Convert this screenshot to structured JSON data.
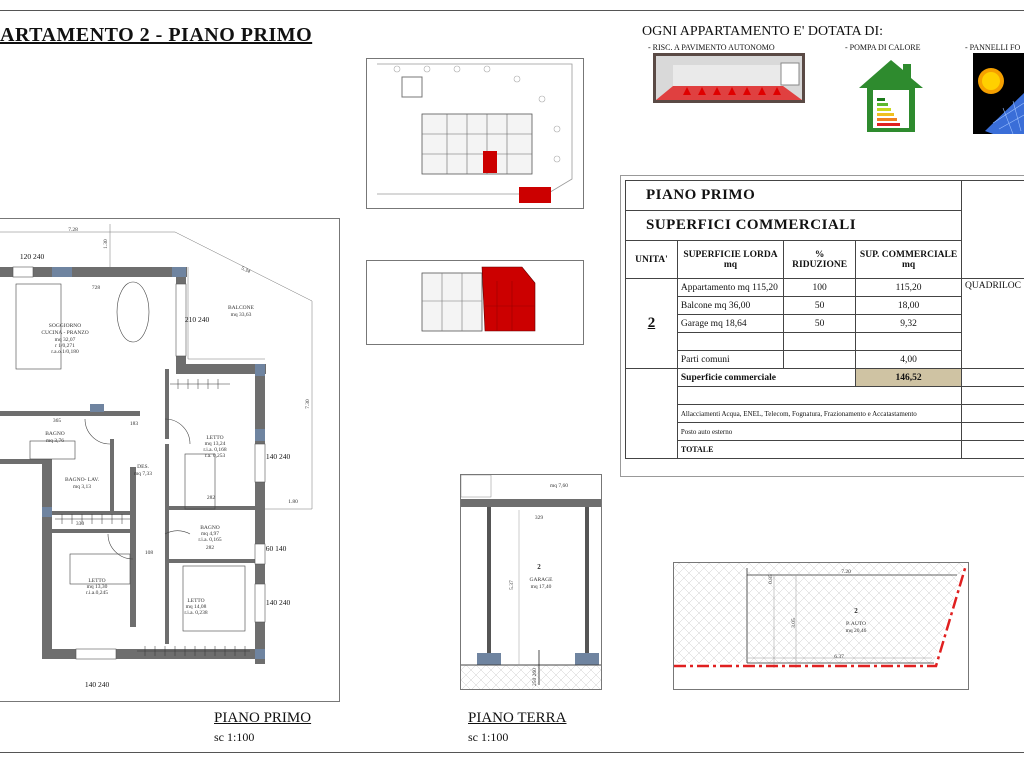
{
  "title": "ARTAMENTO 2 - PIANO PRIMO",
  "features": {
    "heading": "OGNI APPARTAMENTO E' DOTATA DI:",
    "items": [
      {
        "label": "- RISC. A PAVIMENTO AUTONOMO",
        "icon": "floor-heating-icon"
      },
      {
        "label": "- POMPA DI CALORE",
        "icon": "heat-pump-house-icon"
      },
      {
        "label": "- PANNELLI FO",
        "icon": "solar-panel-icon"
      }
    ]
  },
  "table": {
    "title1": "PIANO PRIMO",
    "title2": "SUPERFICI COMMERCIALI",
    "headers": [
      "UNITA'",
      "SUPERFICIE LORDA mq",
      "% RIDUZIONE",
      "SUP. COMMERCIALE mq"
    ],
    "unit": "2",
    "side_label": "QUADRILOC",
    "rows": [
      {
        "desc": "Appartamento mq 115,20",
        "rid": "100",
        "sup": "115,20"
      },
      {
        "desc": "Balcone mq 36,00",
        "rid": "50",
        "sup": "18,00"
      },
      {
        "desc": "Garage mq 18,64",
        "rid": "50",
        "sup": "9,32"
      },
      {
        "desc": "",
        "rid": "",
        "sup": ""
      },
      {
        "desc": "Parti comuni",
        "rid": "",
        "sup": "4,00"
      }
    ],
    "total_label": "Superficie commerciale",
    "total_value": "146,52",
    "extra_rows": [
      "Allacciamenti Acqua, ENEL, Telecom, Fognatura, Frazionamento e Accatastamento",
      "Posto auto esterno",
      "TOTALE"
    ],
    "highlight_color": "#cfc3a3"
  },
  "plan": {
    "rooms": {
      "soggiorno": [
        "SOGGIORNO",
        "CUCINA - PRANZO",
        "mq 32,07",
        "r 1/0,271",
        "r.a.o.1/0,180"
      ],
      "balcone": [
        "BALCONE",
        "mq 33,63"
      ],
      "bagno1": [
        "BAGNO",
        "mq 3,76"
      ],
      "des": [
        "DES.",
        "mq 7,33"
      ],
      "bagnolav": [
        "BAGNO- LAV.",
        "mq 3,13"
      ],
      "letto1": [
        "LETTO",
        "mq 13,24",
        "r.i.a. 0,168",
        "r.a. 0,253"
      ],
      "bagno2": [
        "BAGNO",
        "mq 4,97",
        "r.i.a. 0,165",
        "282"
      ],
      "letto2": [
        "LETTO",
        "mq 13,30",
        "r.i.a.0,245"
      ],
      "letto3": [
        "LETTO",
        "mq 14,08",
        "r.i.a. 0,238"
      ]
    },
    "dims": {
      "top": "7.28",
      "diag": "5.34",
      "v1": "1.30",
      "v2": "7.30",
      "b": "1.80",
      "d728": "728",
      "d365": "365",
      "d183": "183",
      "d282": "282",
      "d108": "108",
      "d330": "330"
    },
    "windows": [
      "120 240",
      "210 240",
      "140 240",
      "60 140",
      "140 240",
      "140 240"
    ],
    "label": "PIANO PRIMO",
    "scale": "sc 1:100"
  },
  "garage": {
    "unit": "2",
    "name": "GARAGE",
    "area": "mq 17,40",
    "top_area": "mq 7,60",
    "width": "329",
    "depth": "5.37",
    "door": "250 260",
    "label": "PIANO TERRA",
    "scale": "sc 1:100"
  },
  "parking": {
    "unit": "2",
    "name": "P. AUTO",
    "area": "mq 20,46",
    "w1": "7.20",
    "w2": "6.37",
    "h": "3.05",
    "h2": "0.85"
  }
}
